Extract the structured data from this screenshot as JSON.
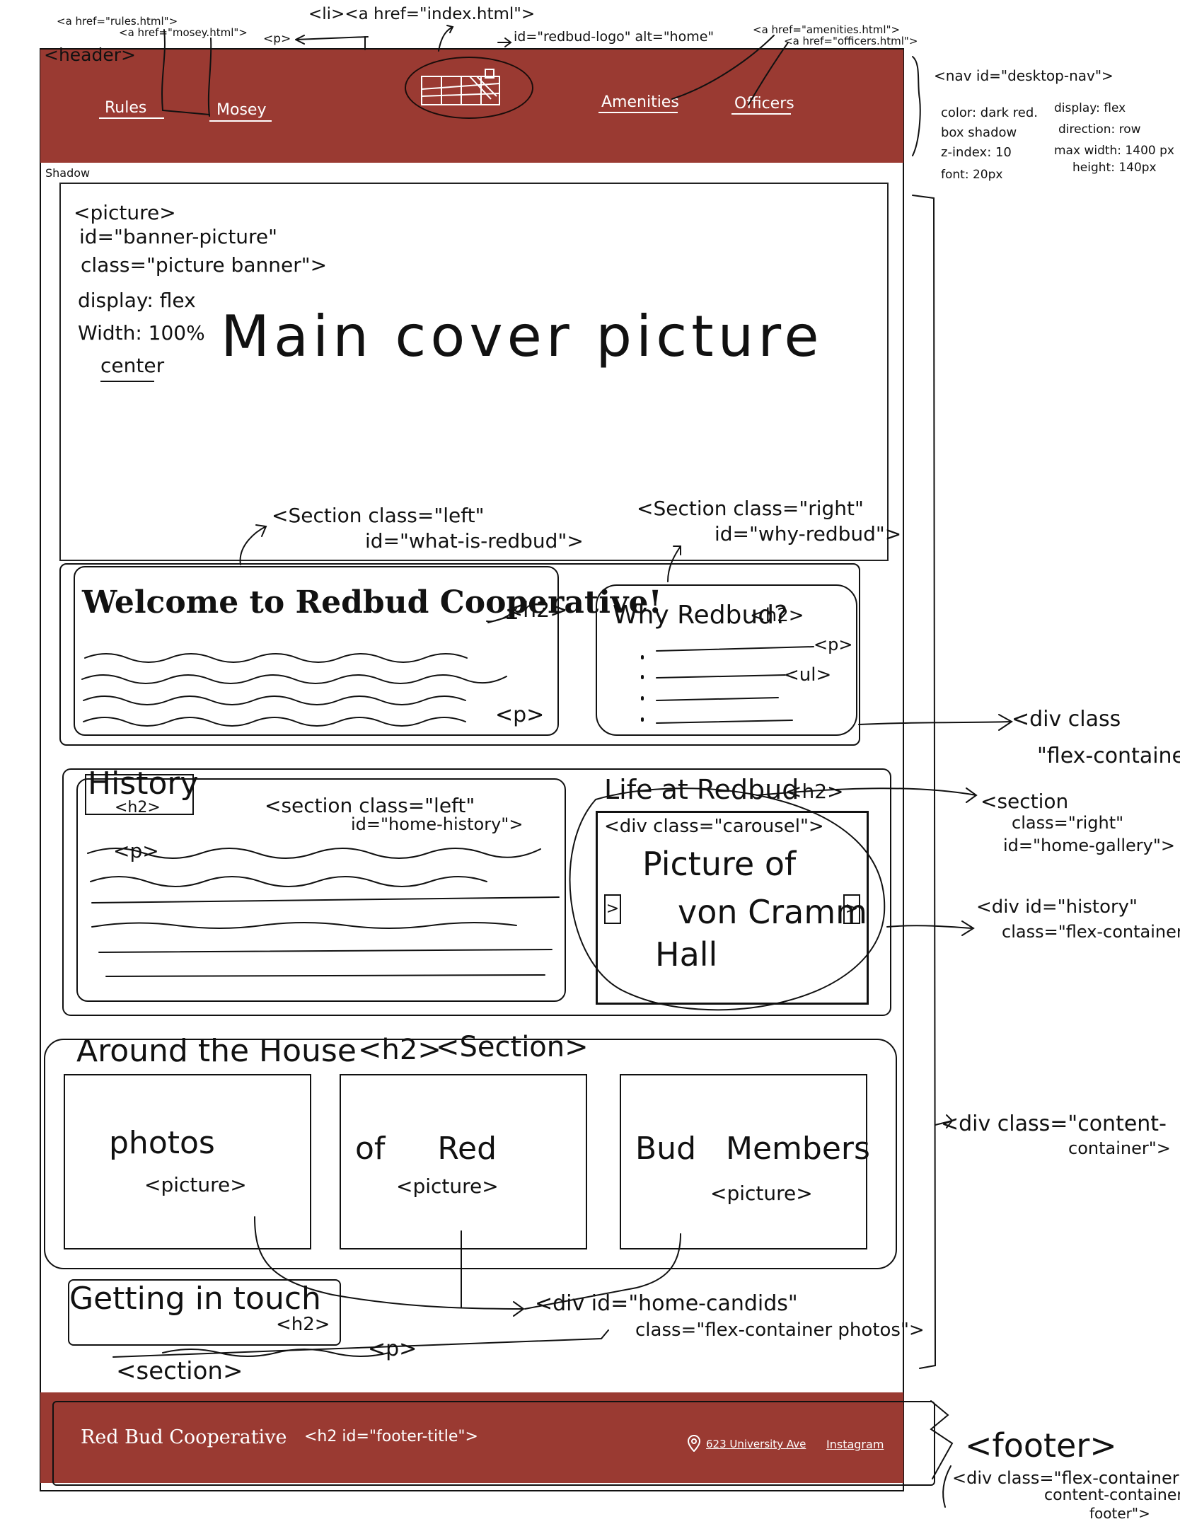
{
  "top_annotations": {
    "li_a_index": "<li><a href=\"index.html\">",
    "a_rules": "<a href=\"rules.html\">",
    "a_mosey": "<a href=\"mosey.html\">",
    "p_tag": "<p>",
    "logo_id": "id=\"redbud-logo\" alt=\"home\"",
    "a_amenities": "<a href=\"amenities.html\">",
    "a_officers": "<a href=\"officers.html\">",
    "header_tag": "<header>",
    "shadow_note": "Shadow"
  },
  "nav": {
    "links": [
      "Rules",
      "Mosey",
      "Amenities",
      "Officers"
    ],
    "annotation_title": "<nav id=\"desktop-nav\">",
    "styles_left": [
      "color: dark red.",
      "box shadow",
      "z-index: 10",
      "font: 20px"
    ],
    "styles_right": [
      "display: flex",
      "direction: row",
      "max width: 1400 px",
      "height: 140px"
    ]
  },
  "banner": {
    "tag_lines": [
      "<picture>",
      "id=\"banner-picture\"",
      "class=\"picture banner\">"
    ],
    "style_lines": [
      "display: flex",
      "Width: 100%",
      "center"
    ],
    "caption": "Main cover picture"
  },
  "welcome": {
    "section_annotation": [
      "<Section class=\"left\"",
      "id=\"what-is-redbud\">"
    ],
    "heading": "Welcome to Redbud Cooperative!",
    "heading_tag": "<h2>",
    "p_tag": "<p>"
  },
  "why": {
    "section_annotation": [
      "<Section class=\"right\"",
      "id=\"why-redbud\">"
    ],
    "heading": "Why Redbud?",
    "heading_tag": "<h2>",
    "p_tag": "<p>",
    "ul_tag": "<ul>"
  },
  "flex_container_note": [
    "<div class",
    "\"flex-container\">"
  ],
  "history": {
    "heading": "History",
    "heading_tag": "<h2>",
    "section_annotation": [
      "<section class=\"left\"",
      "id=\"home-history\">"
    ],
    "p_tag": "<p>"
  },
  "life": {
    "heading": "Life at Redbud",
    "heading_tag": "<h2>",
    "carousel_tag": "<div class=\"carousel\">",
    "carousel_text": [
      "Picture of",
      "von Cramm",
      "Hall"
    ],
    "prev_arrow": ">",
    "next_arrow": ">"
  },
  "right_notes": {
    "home_gallery": [
      "<section",
      "class=\"right\"",
      "id=\"home-gallery\">"
    ],
    "history_div": [
      "<div id=\"history\"",
      "class=\"flex-container\">"
    ],
    "content_container": [
      "<div class=\"content-",
      "container\">"
    ]
  },
  "around": {
    "heading": "Around the House",
    "heading_tag": "<h2>",
    "section_tag": "<Section>",
    "cards": [
      {
        "text": "photos",
        "tag": "<picture>"
      },
      {
        "text": "of Red",
        "tag": "<picture>"
      },
      {
        "text": "Bud Members",
        "tag": "<picture>"
      }
    ],
    "candids_note": [
      "<div id=\"home-candids\"",
      "class=\"flex-container photos\">"
    ]
  },
  "contact": {
    "heading": "Getting in touch",
    "heading_tag": "<h2>",
    "p_tag": "<p>",
    "section_tag": "<section>"
  },
  "footer": {
    "title": "Red Bud Cooperative",
    "title_tag": "<h2 id=\"footer-title\">",
    "address": "623 University Ave",
    "instagram": "Instagram",
    "footer_note": "<footer>",
    "div_note": [
      "<div class=\"flex-container",
      "content-container",
      "footer\">"
    ]
  }
}
